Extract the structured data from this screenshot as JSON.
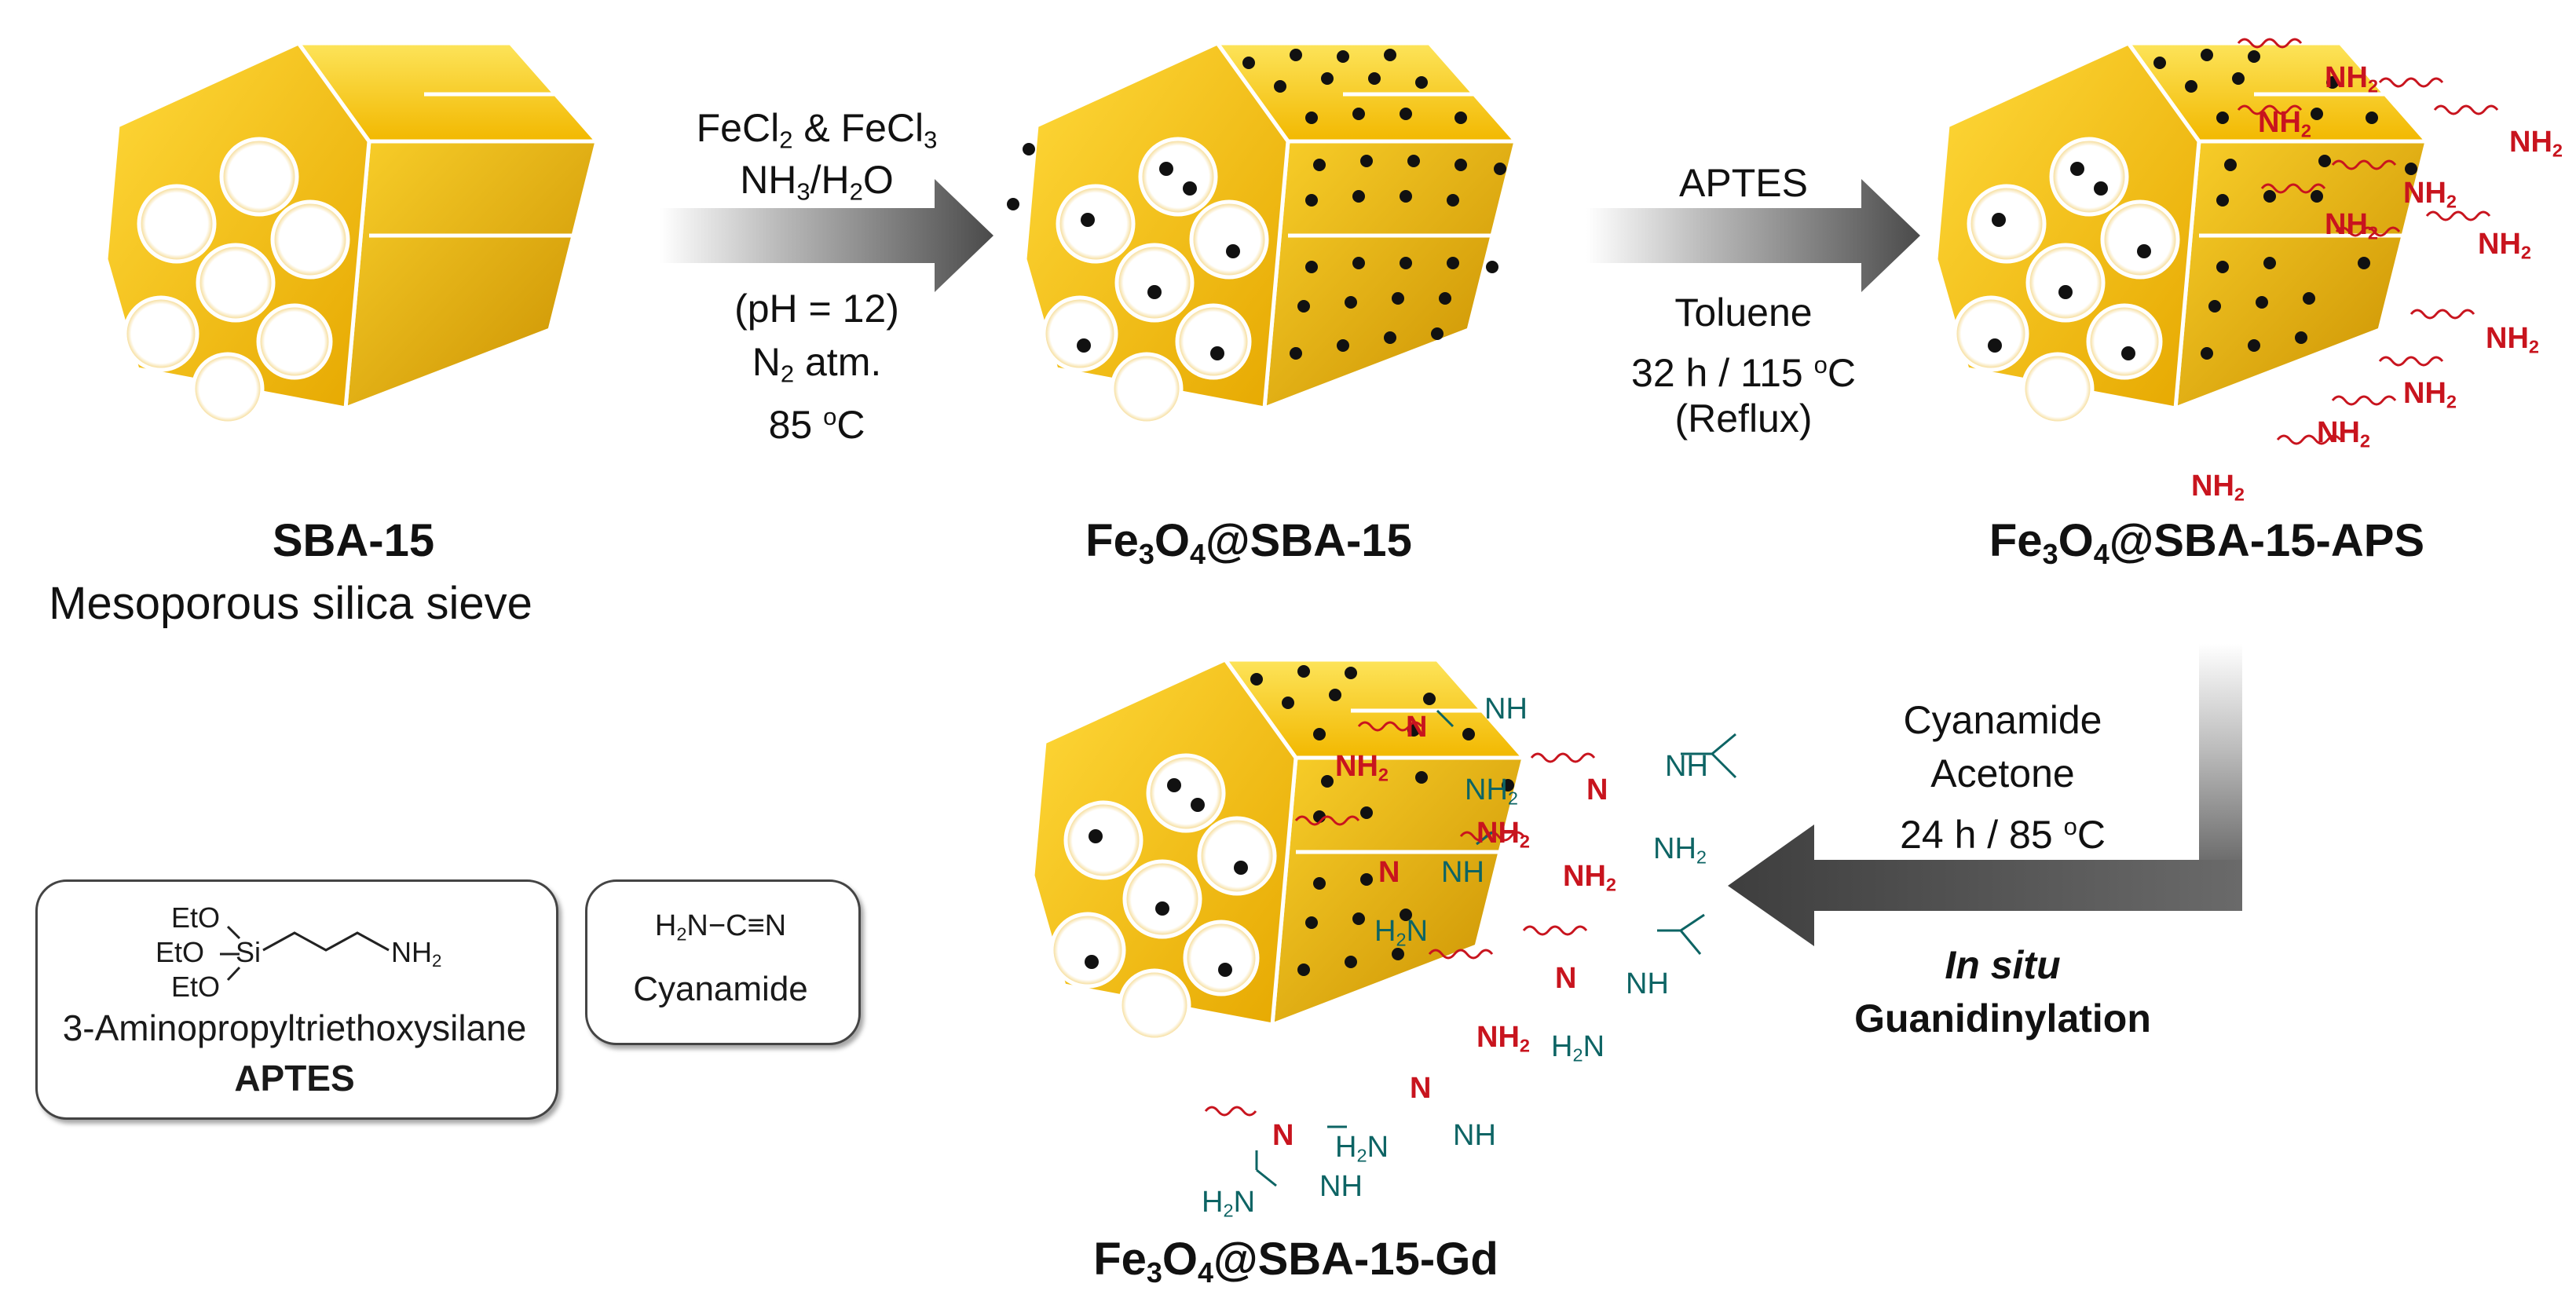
{
  "materials": {
    "sba15": {
      "name": "SBA-15",
      "desc": "Mesoporous silica sieve"
    },
    "fe_sba15": {
      "pre": "Fe",
      "s1": "3",
      "mid": "O",
      "s2": "4",
      "post": "@SBA-15"
    },
    "fe_aps": {
      "pre": "Fe",
      "s1": "3",
      "mid": "O",
      "s2": "4",
      "post": "@SBA-15-APS"
    },
    "fe_gd": {
      "pre": "Fe",
      "s1": "3",
      "mid": "O",
      "s2": "4",
      "post": "@SBA-15-Gd"
    }
  },
  "step1": {
    "l1a": "FeCl",
    "l1b": "2",
    "l1c": " & FeCl",
    "l1d": "3",
    "l2a": "NH",
    "l2b": "3",
    "l2c": "/H",
    "l2d": "2",
    "l2e": "O",
    "l3": "(pH = 12)",
    "l4a": "N",
    "l4b": "2",
    "l4c": " atm.",
    "l5a": "85 ",
    "l5b": "o",
    "l5c": "C"
  },
  "step2": {
    "reagent": "APTES",
    "solvent": "Toluene",
    "l3a": "32 h / 115 ",
    "l3b": "o",
    "l3c": "C",
    "l4": "(Reflux)"
  },
  "step3": {
    "l1": "Cyanamide",
    "l2": "Acetone",
    "l3a": "24 h / 85 ",
    "l3b": "o",
    "l3c": "C",
    "italic": "In situ",
    "bold": "Guanidinylation"
  },
  "legend": {
    "aptes_name": "3-Aminopropyltriethoxysilane",
    "aptes_abbr": "APTES",
    "eto": "EtO",
    "si": "Si",
    "nh": "NH",
    "two": "2",
    "cy_h": "H",
    "cy_two": "2",
    "cy_n": "N",
    "cy_bond": "−C≡N",
    "cy_name": "Cyanamide"
  },
  "groups": {
    "nh2": "NH",
    "nh2_sub": "2",
    "n": "N",
    "nh": "NH",
    "h2n": "H",
    "h2n_n": "N"
  },
  "colors": {
    "silica": "#f5c300",
    "silica_dark": "#b88600",
    "amine": "#c8141e",
    "guanidine": "#0d6464",
    "arrow": "#555555"
  }
}
